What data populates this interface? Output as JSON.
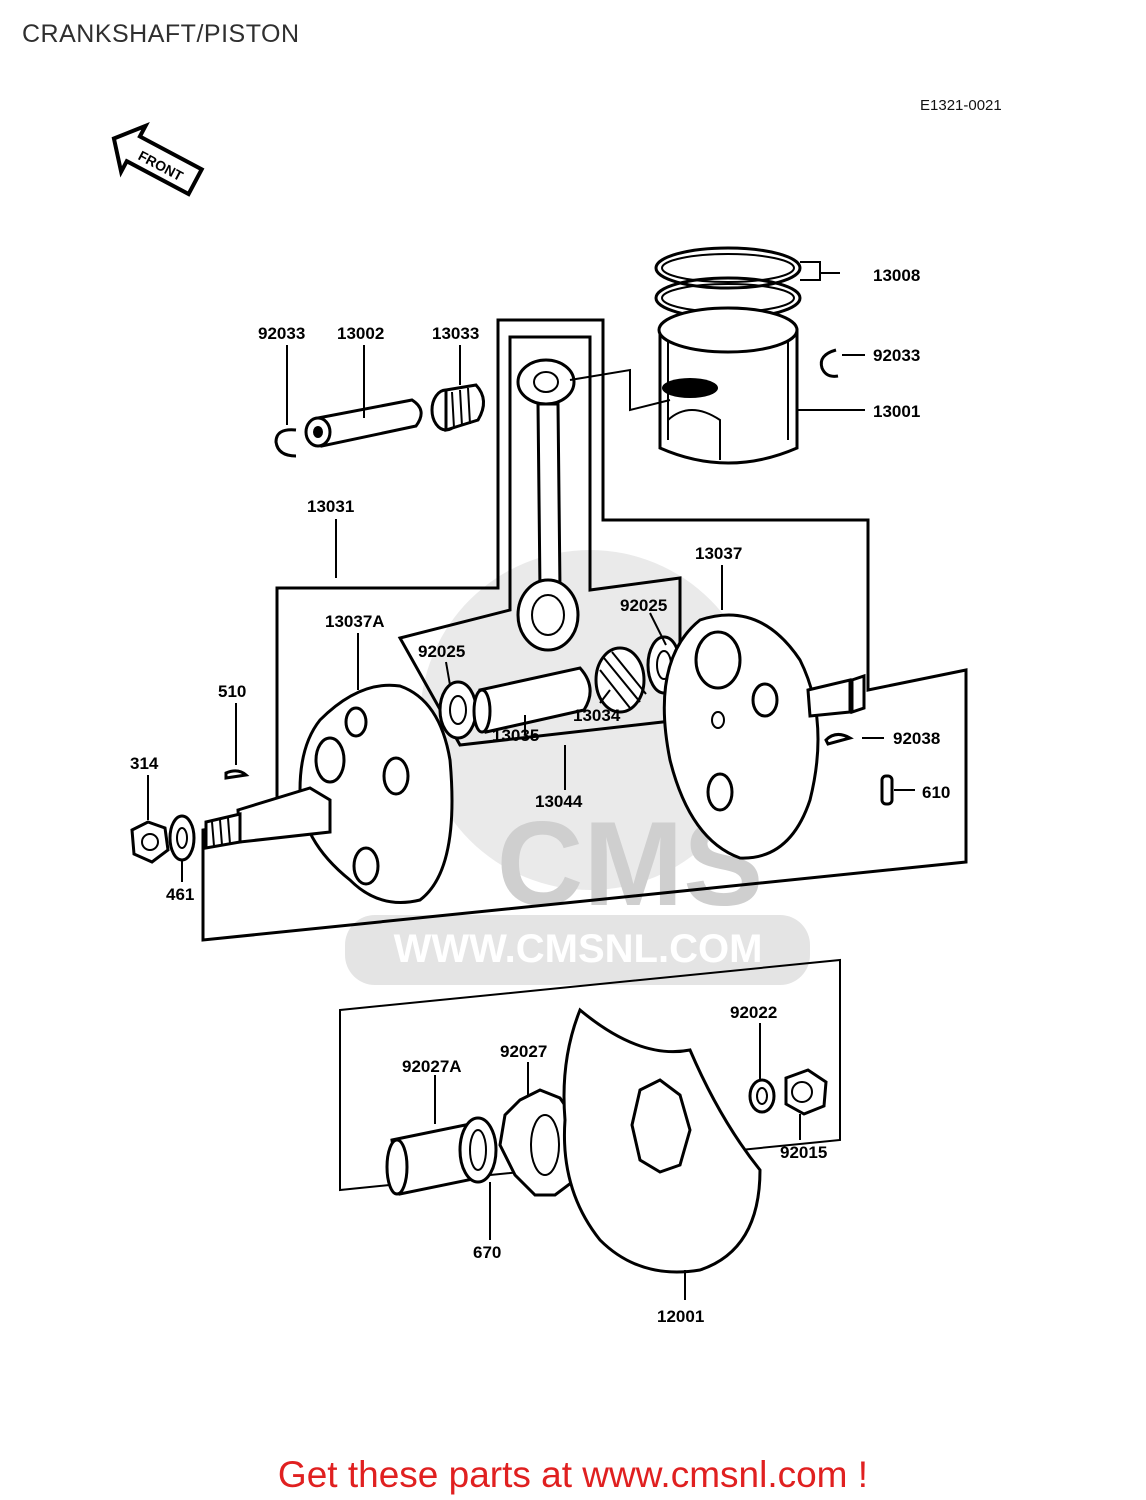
{
  "title": "CRANKSHAFT/PISTON",
  "diagram_code": "E1321-0021",
  "front_label": "FRONT",
  "watermark": {
    "brand": "CMS",
    "url": "WWW.CMSNL.COM"
  },
  "footer": "Get these parts at www.cmsnl.com !",
  "colors": {
    "footer": "#e02020",
    "watermark": "#d8d8d8",
    "line": "#000000"
  },
  "parts": {
    "p13008": "13008",
    "p92033_right": "92033",
    "p13001": "13001",
    "p92033_left": "92033",
    "p13002": "13002",
    "p13033": "13033",
    "p13031": "13031",
    "p13037": "13037",
    "p92025_right": "92025",
    "p13037A": "13037A",
    "p92025_left": "92025",
    "p510": "510",
    "p13034": "13034",
    "p13035": "13035",
    "p13044": "13044",
    "p92038": "92038",
    "p314": "314",
    "p610": "610",
    "p461": "461",
    "p92022": "92022",
    "p92027": "92027",
    "p92027A": "92027A",
    "p92015": "92015",
    "p670": "670",
    "p12001": "12001"
  }
}
